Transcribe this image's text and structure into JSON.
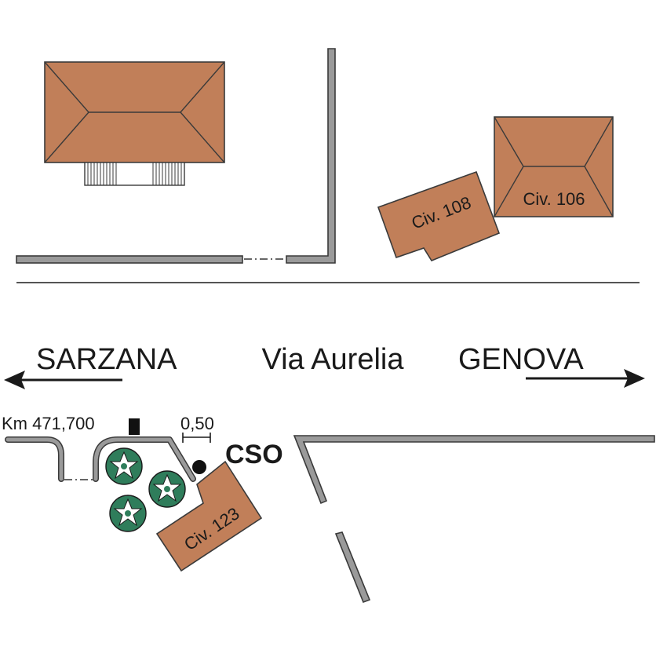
{
  "road": {
    "name": "Via Aurelia",
    "left_direction": "SARZANA",
    "right_direction": "GENOVA"
  },
  "marker": {
    "km_label": "Km 471,700",
    "distance_label": "0,50",
    "point_label": "CSO"
  },
  "buildings": {
    "civ_108": "Civ. 108",
    "civ_106": "Civ. 106",
    "civ_123": "Civ. 123"
  },
  "colors": {
    "roof": "#c17f59",
    "wall": "#9a9a9a",
    "tree": "#2f7d5b",
    "text": "#1a1a1a"
  }
}
